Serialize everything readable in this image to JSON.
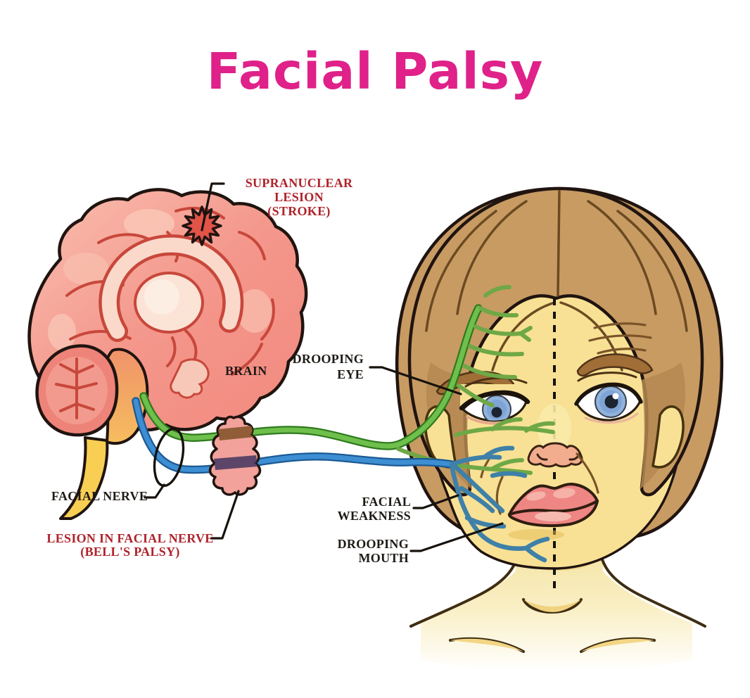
{
  "title": "Facial Palsy",
  "labels": {
    "supranuclear": {
      "line1": "SUPRANUCLEAR LESION",
      "line2": "(STROKE)"
    },
    "brain": "BRAIN",
    "drooping_eye": {
      "line1": "DROOPING",
      "line2": "EYE"
    },
    "facial_nerve": "FACIAL NERVE",
    "lesion_facial_nerve": {
      "line1": "LESION IN FACIAL NERVE",
      "line2": "(BELL'S PALSY)"
    },
    "facial_weakness": {
      "line1": "FACIAL",
      "line2": "WEAKNESS"
    },
    "drooping_mouth": {
      "line1": "DROOPING",
      "line2": "MOUTH"
    }
  },
  "colors": {
    "title_pink": "#df2189",
    "label_red": "#ae232b",
    "label_dark": "#1e1a16",
    "outline": "#201410",
    "brain_pink": "#f4978c",
    "brain_light": "#f9c8b8",
    "brain_fold_red": "#c8473b",
    "cerebellum_pink": "#ee8379",
    "brainstem_orange": "#f2a263",
    "spinal_yellow": "#f9cf53",
    "stroke_lesion_red": "#e25348",
    "nerve_green": "#6fbf4c",
    "nerve_green_dark": "#2f7a1f",
    "branch_green": "#6fa846",
    "nerve_blue": "#3d8ed2",
    "nerve_blue_dark": "#1c5a94",
    "branch_teal": "#3e80a8",
    "lesion_pink": "#f2a29b",
    "skin": "#f8e194",
    "hair": "#c89b63",
    "hair_dark": "#b08049",
    "lips": "#ee8684",
    "iris_blue": "#8fb3dc"
  }
}
